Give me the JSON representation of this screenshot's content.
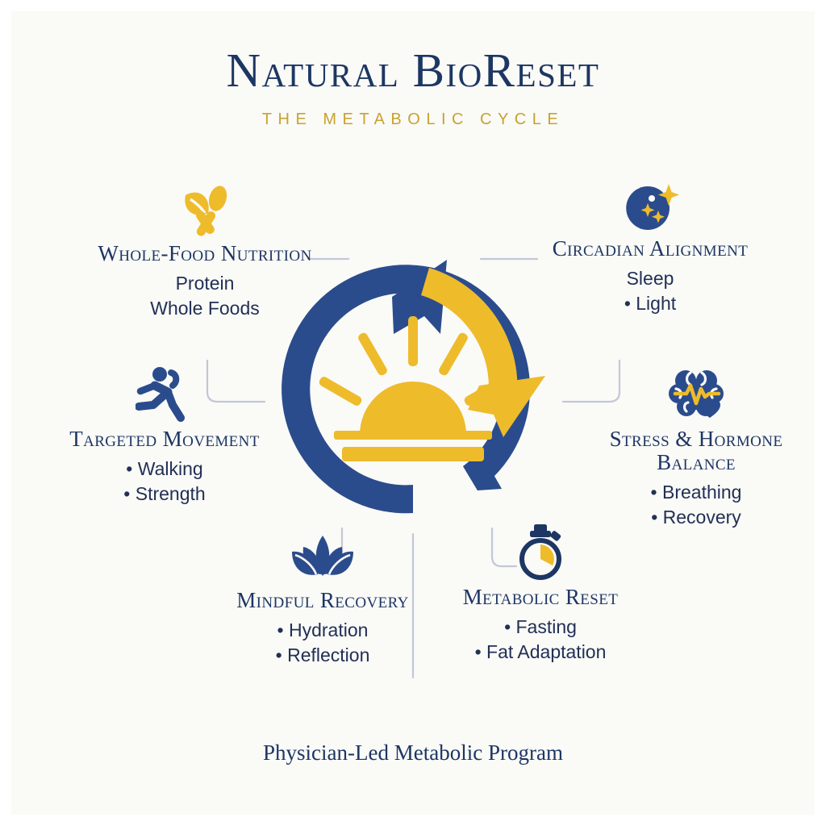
{
  "header": {
    "title": "Natural BioReset",
    "subtitle": "The Metabolic Cycle"
  },
  "footer": {
    "tagline": "Physician-Led Metabolic Program"
  },
  "colors": {
    "navy": "#2b4c8c",
    "navy_text": "#1d3663",
    "gold": "#eebb2b",
    "gold_text": "#c9a22e",
    "background": "#fafaf7",
    "connector": "#c3c7d6"
  },
  "center": {
    "icon": "sunrise-cycle-icon",
    "description": "Circular cycle of two arrows around a rising sun"
  },
  "nodes": [
    {
      "id": "nutrition",
      "icon": "leaf-spoon-icon",
      "title": "Whole-Food Nutrition",
      "items": [
        "Protein",
        "Whole Foods"
      ]
    },
    {
      "id": "circadian",
      "icon": "moon-stars-icon",
      "title": "Circadian Alignment",
      "items": [
        "Sleep",
        "• Light"
      ]
    },
    {
      "id": "movement",
      "icon": "running-person-icon",
      "title": "Targeted Movement",
      "items": [
        "• Walking",
        "• Strength"
      ]
    },
    {
      "id": "stress",
      "icon": "brain-heartbeat-icon",
      "title": "Stress & Hormone Balance",
      "items": [
        "• Breathing",
        "• Recovery"
      ]
    },
    {
      "id": "mindful",
      "icon": "lotus-icon",
      "title": "Mindful Recovery",
      "items": [
        "• Hydration",
        "• Reflection"
      ]
    },
    {
      "id": "metabolic",
      "icon": "stopwatch-icon",
      "title": "Metabolic Reset",
      "items": [
        "• Fasting",
        "• Fat Adaptation"
      ]
    }
  ]
}
